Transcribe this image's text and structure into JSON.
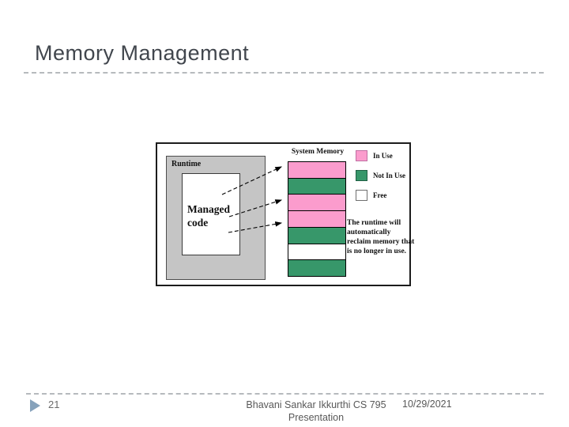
{
  "slide": {
    "title": "Memory Management",
    "page_number": "21",
    "footer_line1": "Bhavani Sankar Ikkurthi CS 795",
    "footer_line2": "Presentation",
    "date": "10/29/2021"
  },
  "diagram": {
    "runtime_label": "Runtime",
    "managed_code_label": "Managed code",
    "system_memory_label": "System Memory",
    "memory_blocks": [
      "in-use",
      "not-in-use",
      "in-use",
      "in-use",
      "not-in-use",
      "free",
      "not-in-use"
    ],
    "legend": [
      {
        "state": "in-use",
        "label": "In Use"
      },
      {
        "state": "not-in-use",
        "label": "Not In Use"
      },
      {
        "state": "free",
        "label": "Free"
      }
    ],
    "caption": "The runtime will automatically reclaim memory that is no longer in use.",
    "colors": {
      "in_use": "#fb9ccd",
      "not_in_use": "#37976a",
      "free": "#ffffff",
      "runtime_box": "#c5c5c5",
      "triangle_bullet": "#86a2bb"
    }
  }
}
